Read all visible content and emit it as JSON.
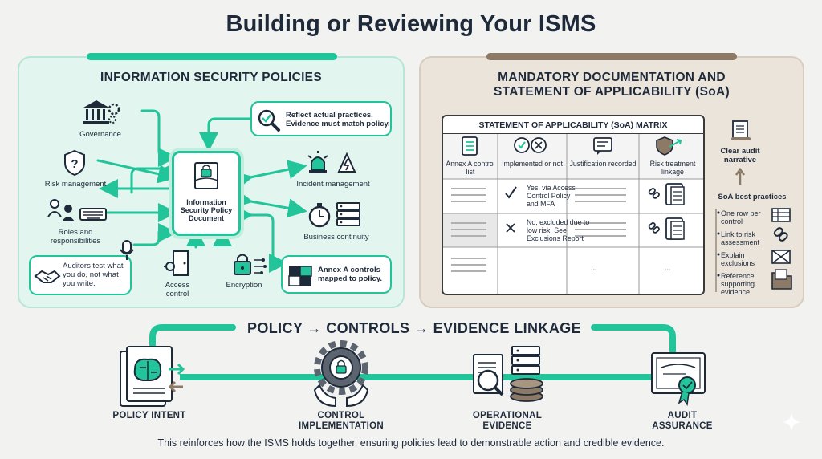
{
  "title": "Building or Reviewing Your ISMS",
  "left_panel": {
    "heading": "INFORMATION SECURITY POLICIES",
    "center_doc": "Information Security Policy Document",
    "nodes": {
      "governance": "Governance",
      "risk": "Risk management",
      "roles": "Roles and responsibilities",
      "access": "Access control",
      "encryption": "Encryption",
      "incident": "Incident management",
      "continuity": "Business continuity"
    },
    "callouts": {
      "reflect": "Reflect actual practices. Evidence must match policy.",
      "auditors": "Auditors test what you do, not what you write.",
      "annex": "Annex A controls mapped to policy."
    }
  },
  "right_panel": {
    "heading_line1": "MANDATORY DOCUMENTATION AND",
    "heading_line2": "STATEMENT OF APPLICABILITY (SoA)",
    "matrix": {
      "title": "STATEMENT OF APPLICABILITY (SoA) MATRIX",
      "columns": [
        "Annex A control list",
        "Implemented or not",
        "Justification recorded",
        "Risk treatment linkage"
      ],
      "row1_text": "Yes, via Access Control Policy and MFA",
      "row2_text": "No, excluded due to low risk. See Exclusions Report",
      "ellipsis": "...",
      "ellipsis2": "..."
    },
    "side": {
      "audit_narrative": "Clear audit narrative",
      "best_practices": "SoA best practices",
      "items": [
        "One row per control",
        "Link to risk assessment",
        "Explain exclusions",
        "Reference supporting evidence"
      ]
    }
  },
  "linkage": {
    "title": "POLICY → CONTROLS → EVIDENCE LINKAGE",
    "stages": [
      "POLICY INTENT",
      "CONTROL IMPLEMENTATION",
      "OPERATIONAL EVIDENCE",
      "AUDIT ASSURANCE"
    ]
  },
  "footer": "This reinforces how the ISMS holds together, ensuring policies lead to demonstrable action and credible evidence.",
  "colors": {
    "accent": "#22c49a",
    "dark": "#1e2a3a",
    "tan": "#8c7a66"
  }
}
